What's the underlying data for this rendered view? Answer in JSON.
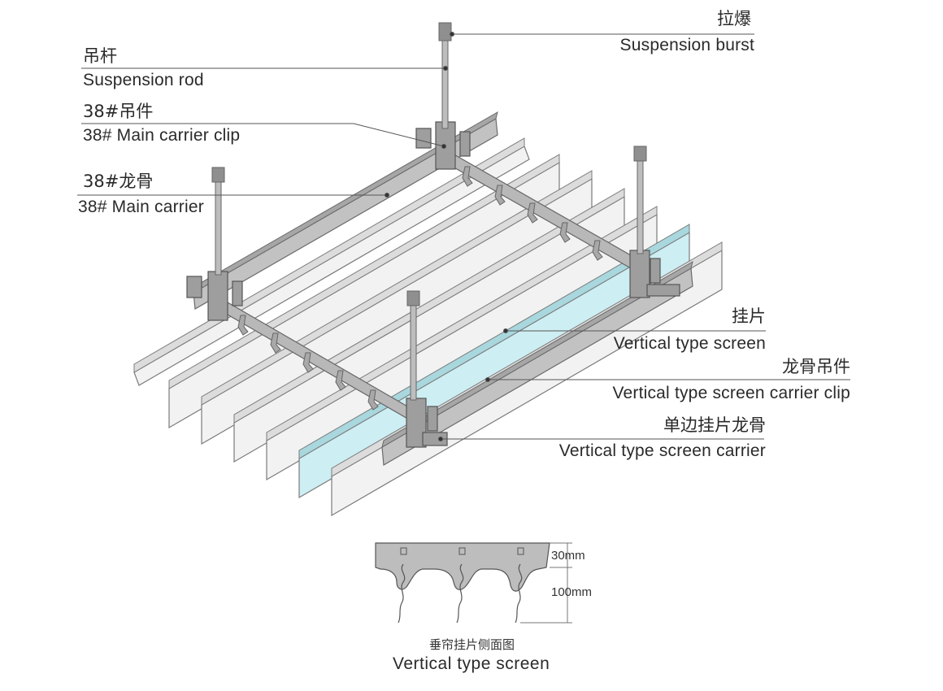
{
  "labels": {
    "suspension_burst_zh": "拉爆",
    "suspension_burst_en": "Suspension burst",
    "suspension_rod_zh": "吊杆",
    "suspension_rod_en": "Suspension rod",
    "main_clip_zh": "38#吊件",
    "main_clip_en": "38# Main carrier clip",
    "main_carrier_zh": "38#龙骨",
    "main_carrier_en": "38# Main carrier",
    "screen_zh": "挂片",
    "screen_en": "Vertical type screen",
    "screen_clip_zh": "龙骨吊件",
    "screen_clip_en": "Vertical type screen carrier clip",
    "screen_carrier_zh": "单边挂片龙骨",
    "screen_carrier_en": "Vertical type screen carrier"
  },
  "detail": {
    "dim_top": "30mm",
    "dim_bottom": "100mm",
    "caption_zh": "垂帘挂片侧面图",
    "caption_en": "Vertical type screen"
  },
  "colors": {
    "panel_fill": "#f1f1f1",
    "panel_stroke": "#7b7b7b",
    "highlight_panel": "#cdeef3",
    "carrier_fill": "#bdbdbd",
    "hardware_fill": "#9e9e9e",
    "leader": "#555555"
  }
}
